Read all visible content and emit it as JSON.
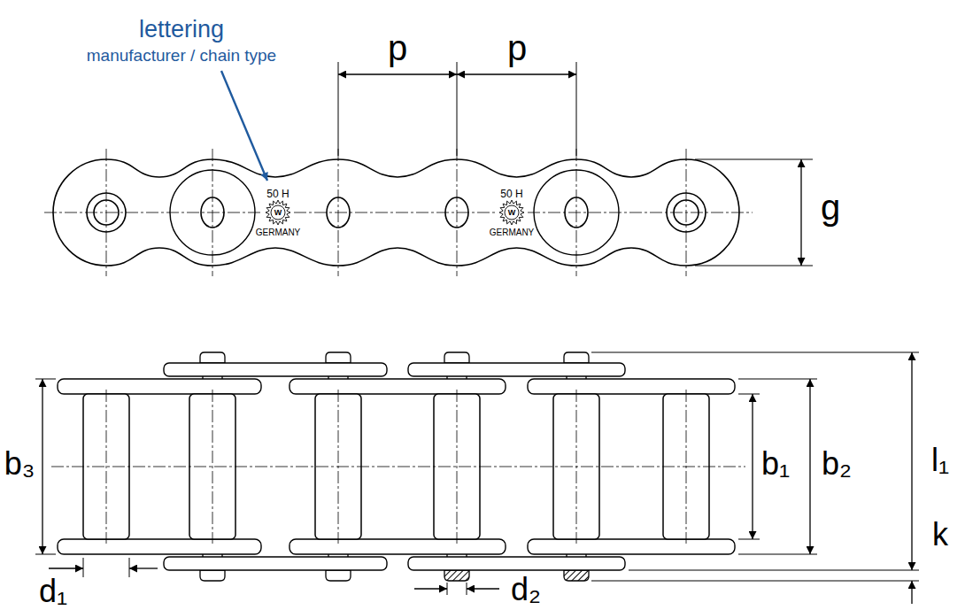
{
  "diagram": {
    "labels": [
      "lettering",
      "manufacturer / chain type",
      "p",
      "p",
      "50 H",
      "GERMANY",
      "W",
      "50 H",
      "GERMANY",
      "W",
      "g",
      "b₃",
      "b₁",
      "b₂",
      "l₁",
      "k",
      "d₁",
      "d₂"
    ]
  }
}
